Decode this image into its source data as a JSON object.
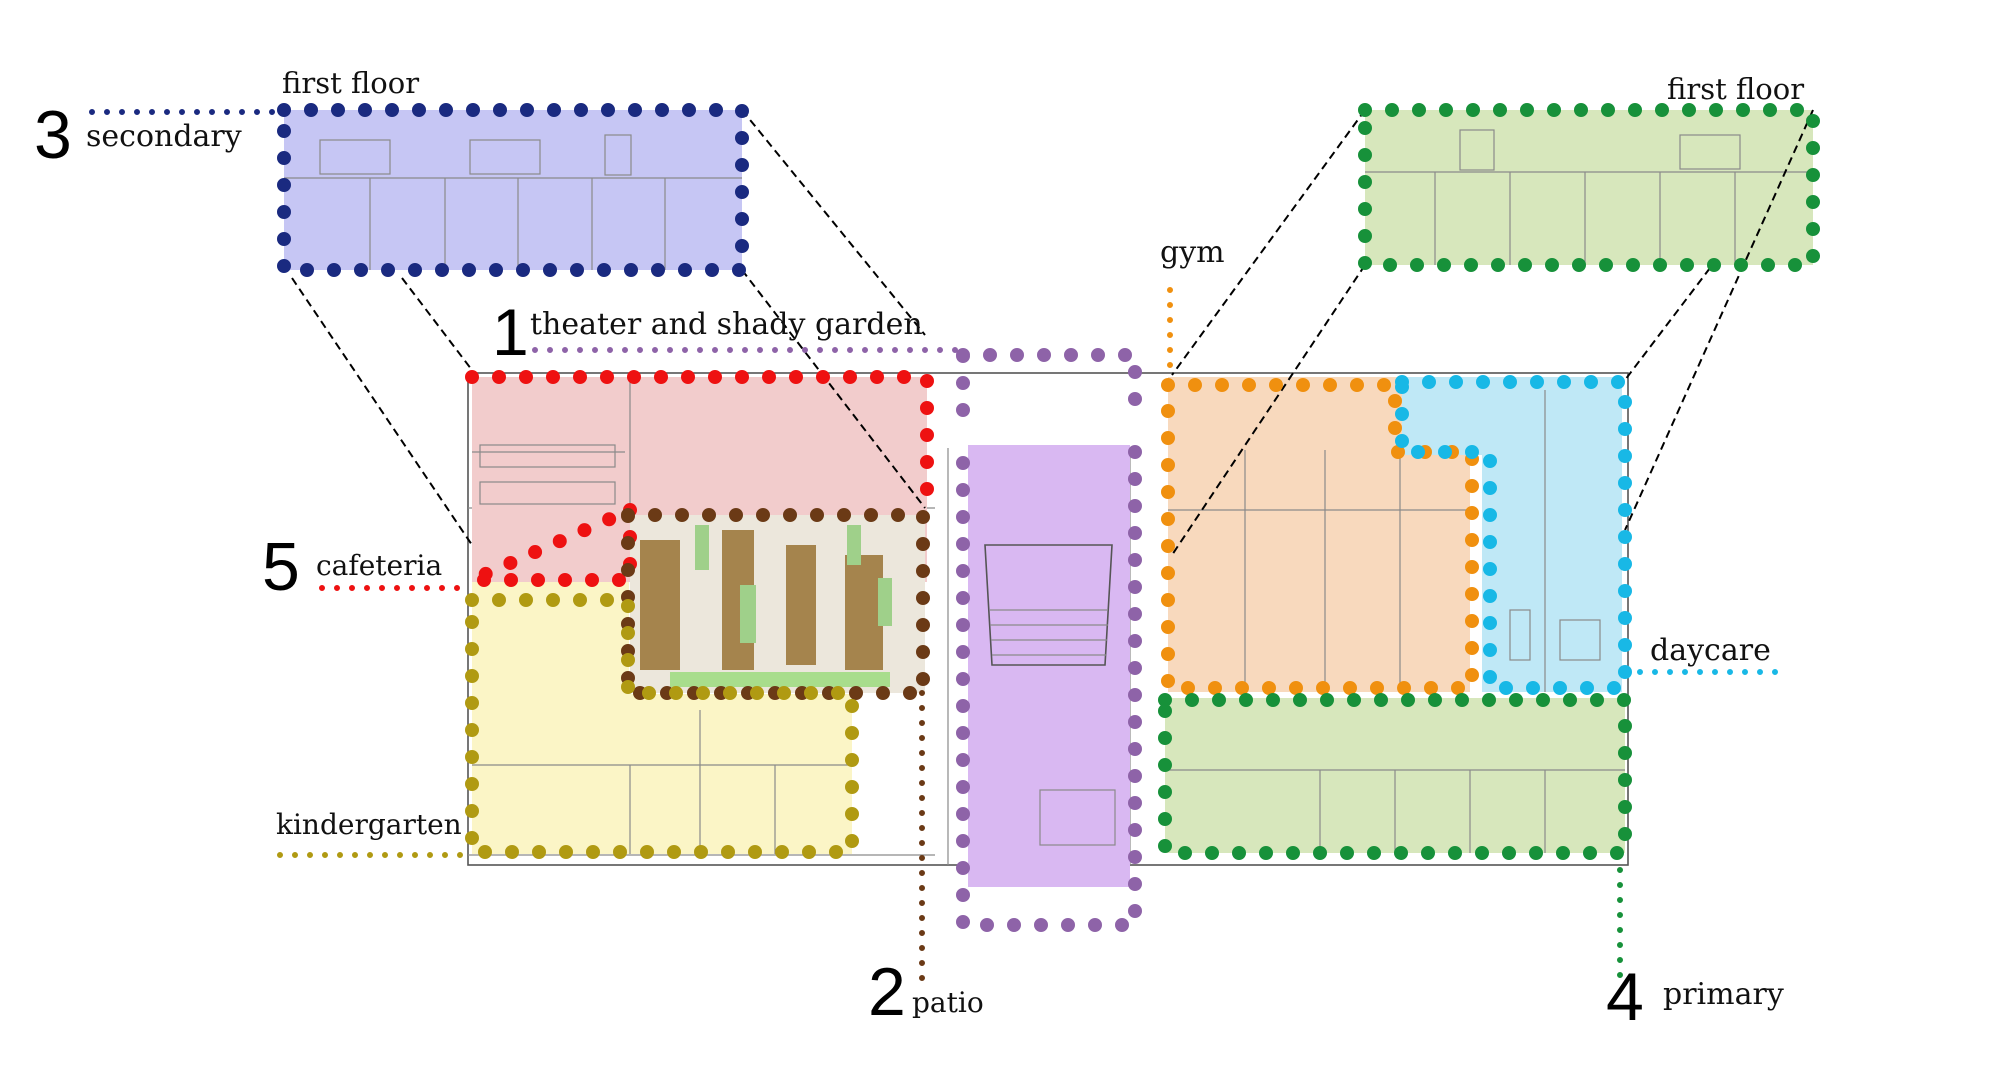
{
  "zones": {
    "theater": {
      "number": "1",
      "label": "theater and shady garden",
      "color": "#8e63a8",
      "fill": "#d9b8f2"
    },
    "patio": {
      "number": "2",
      "label": "patio",
      "color": "#6b3a16",
      "fill": "#a5844d"
    },
    "secondary": {
      "number": "3",
      "label": "secondary",
      "floor_label": "first floor",
      "color": "#1a2a80",
      "fill": "#c6c6f4"
    },
    "primary": {
      "number": "4",
      "label": "primary",
      "floor_label": "first floor",
      "color": "#17913a",
      "fill": "#d7e7bc"
    },
    "cafeteria": {
      "number": "5",
      "label": "cafeteria",
      "color": "#ee1111",
      "fill": "#f2cccc"
    },
    "gym": {
      "label": "gym",
      "color": "#f0900f",
      "fill": "#f8d9bd"
    },
    "daycare": {
      "label": "daycare",
      "color": "#18b8e6",
      "fill": "#bfe8f6"
    },
    "kindergarten": {
      "label": "kindergarten",
      "color": "#b09a12",
      "fill": "#fbf5c6"
    }
  }
}
